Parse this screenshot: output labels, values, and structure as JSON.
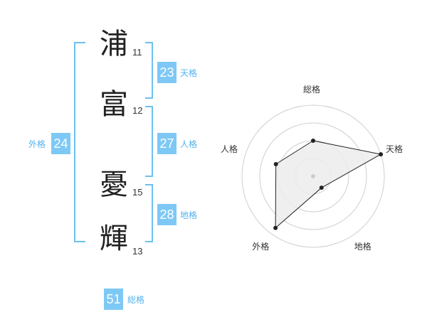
{
  "name_chars": [
    {
      "char": "浦",
      "strokes": "11"
    },
    {
      "char": "富",
      "strokes": "12"
    },
    {
      "char": "憂",
      "strokes": "15"
    },
    {
      "char": "輝",
      "strokes": "13"
    }
  ],
  "kaku": {
    "tenkaku": {
      "value": "23",
      "label": "天格"
    },
    "jinkaku": {
      "value": "27",
      "label": "人格"
    },
    "chikaku": {
      "value": "28",
      "label": "地格"
    },
    "gaikaku": {
      "value": "24",
      "label": "外格"
    },
    "soukaku": {
      "value": "51",
      "label": "総格"
    }
  },
  "colors": {
    "accent": "#7ec8f5",
    "accent_text": "#52b3ee",
    "bracket": "#6cc0f2",
    "radar_grid": "#cfcfcf",
    "radar_fill": "#ececec",
    "radar_line": "#222222"
  },
  "chart_data": {
    "type": "radar",
    "axes": [
      "総格",
      "天格",
      "地格",
      "外格",
      "人格"
    ],
    "values": [
      0.5,
      1.0,
      0.2,
      0.9,
      0.55
    ],
    "grid_levels": 4
  }
}
